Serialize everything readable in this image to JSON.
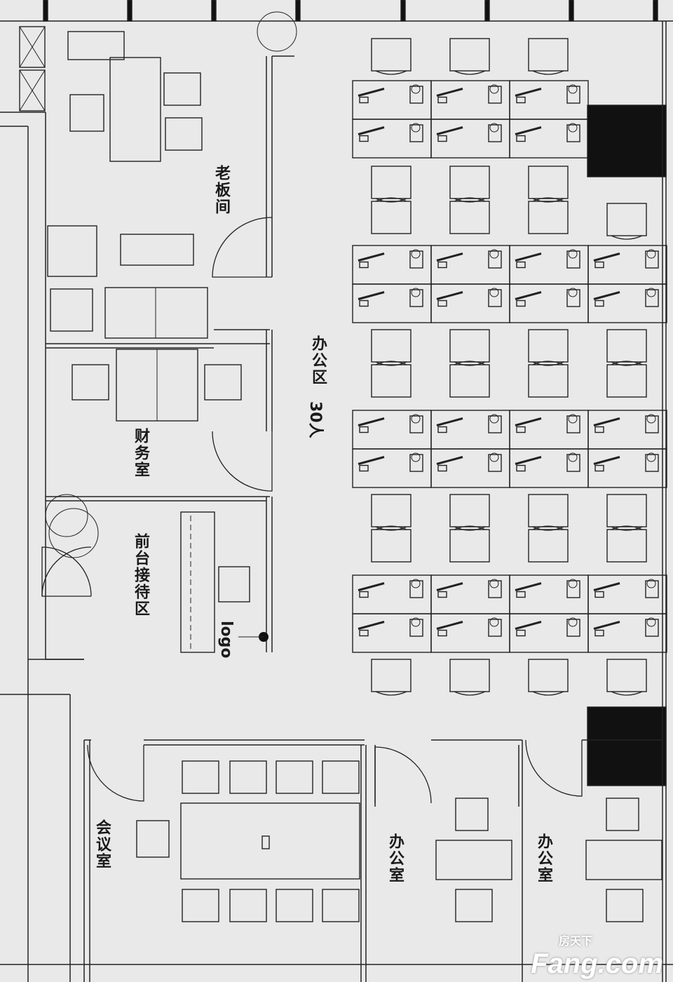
{
  "rooms": {
    "boss_room": "老板间",
    "office_area": "办公区",
    "office_capacity": "30人",
    "finance_room": "财务室",
    "reception": "前台接待区",
    "logo": "logo",
    "meeting_room": "会议室",
    "office_1": "办公室",
    "office_2": "办公室"
  },
  "watermark": {
    "cn": "房天下",
    "en": "Fang.com"
  },
  "colors": {
    "line": "#222222",
    "background": "#e9e9e9",
    "column": "#111111"
  }
}
